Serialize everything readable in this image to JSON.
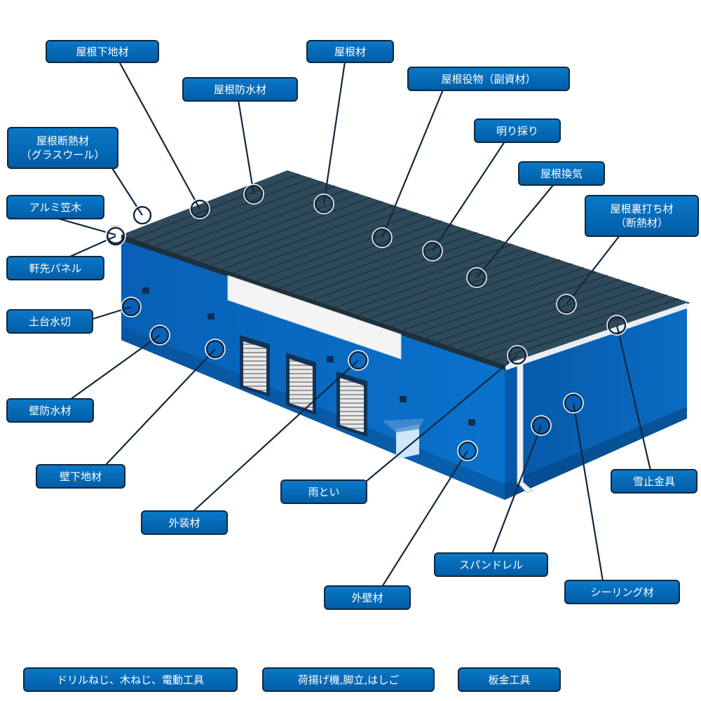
{
  "labels": {
    "roof_underlay": "屋根下地材",
    "roof_material": "屋根材",
    "roof_waterproof": "屋根防水材",
    "roof_accessories": "屋根役物（副資材）",
    "roof_insulation": [
      "屋根断熱材",
      "（グラスウール）"
    ],
    "skylight": "明り採り",
    "aluminum_coping": "アルミ笠木",
    "roof_ventilation": "屋根換気",
    "eave_panel": "軒先パネル",
    "roof_lining": [
      "屋根裏打ち材",
      "（断熱材）"
    ],
    "base_flashing": "土台水切",
    "wall_waterproof": "壁防水材",
    "wall_underlay": "壁下地材",
    "exterior_material": "外装材",
    "gutter": "雨とい",
    "snow_guard": "雪止金具",
    "spandrel": "スパンドレル",
    "exterior_wall": "外壁材",
    "sealing_material": "シーリング材",
    "tools_drill": "ドリルねじ、木ねじ、電動工具",
    "tools_hoist": "荷揚げ機,脚立,はしご",
    "tools_sheet_metal": "板金工具"
  },
  "colors": {
    "label_fill": "#0067b4",
    "label_border": "#12283f",
    "roof": "#2f4a5a",
    "wall": "#0a6fc7",
    "leader_line": "#12283f"
  }
}
